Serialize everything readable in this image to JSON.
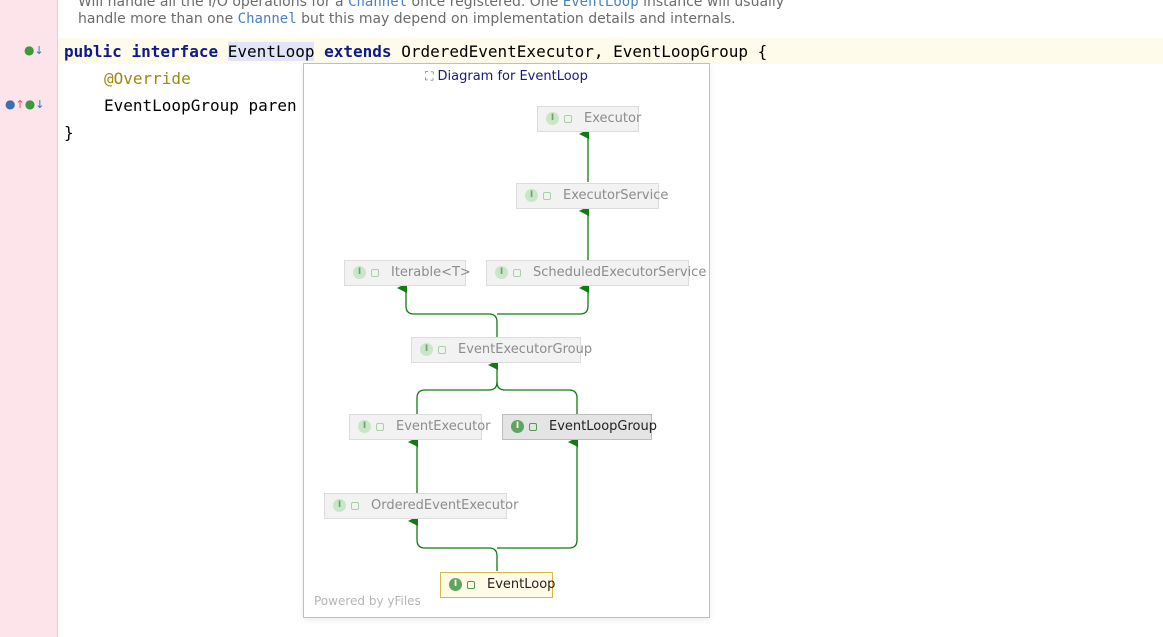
{
  "editor": {
    "doc_line1": [
      "Will handle all the I/O operations for a ",
      "Channel",
      " once registered. One ",
      "EventLoop",
      " instance will usually"
    ],
    "doc_line2": [
      "handle more than one ",
      "Channel",
      " but this may depend on implementation details and internals."
    ],
    "line1": {
      "kw_public": "public",
      "kw_interface": "interface",
      "name": "EventLoop",
      "kw_extends": "extends",
      "rest": "OrderedEventExecutor, EventLoopGroup {"
    },
    "line2": "@Override",
    "line3": "EventLoopGroup paren",
    "line4": "}"
  },
  "popup": {
    "title": "Diagram for EventLoop",
    "powered_by": "Powered by yFiles",
    "nodes": [
      "Executor",
      "ExecutorService",
      "Iterable<T>",
      "ScheduledExecutorService",
      "EventExecutorGroup",
      "EventExecutor",
      "EventLoopGroup",
      "OrderedEventExecutor",
      "EventLoop"
    ]
  },
  "colors": {
    "edge": "#117a11",
    "gutter": "#fde4ea",
    "keyword": "#0d1a8a",
    "annotation": "#9e880d"
  }
}
